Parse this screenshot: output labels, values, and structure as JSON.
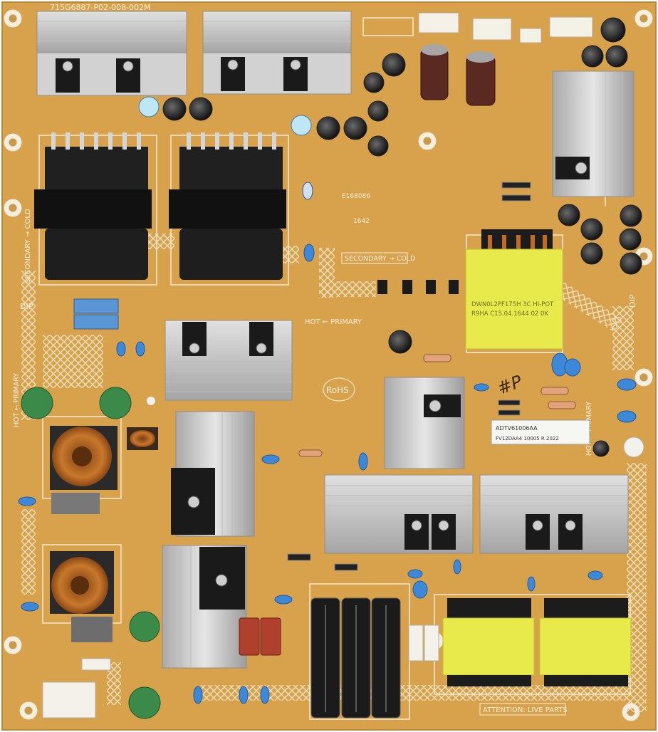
{
  "board": {
    "part_number": "715G6887-P02-008-002M",
    "secondary_cold_left": "SECONDARY → COLD",
    "secondary_cold_mid": "SECONDARY → COLD",
    "hot_primary_mid": "HOT ← PRIMARY",
    "hot_primary_left": "HOT ← PRIMARY",
    "hot_primary_right": "HOT ← PRIMARY",
    "dip_left": "DIP",
    "dip_right": "DIP",
    "rohs": "RoHS",
    "ul_mark": "E168086",
    "date_code": "1642",
    "attention": "ATTENTION: LIVE PARTS",
    "transformer_label_1": "DWN0L2PF175H  3C  HI-POT",
    "transformer_label_2": "R9HA C15.04.1644 02 0K",
    "sticker_1": "ADTV61006AA",
    "sticker_2": "FV12DAA4 10005 R 2022",
    "handwriting": "#P"
  },
  "colors": {
    "pcb": "#d9a450",
    "silk": "#f3f0e3",
    "heatsink": "#c8c8c8",
    "transformer_core": "#1c1c1c",
    "yellow_tape": "#e9ea4a",
    "copper": "#c06a22",
    "y_cap": "#3b8a4a",
    "blue_cap": "#3d88d8"
  }
}
